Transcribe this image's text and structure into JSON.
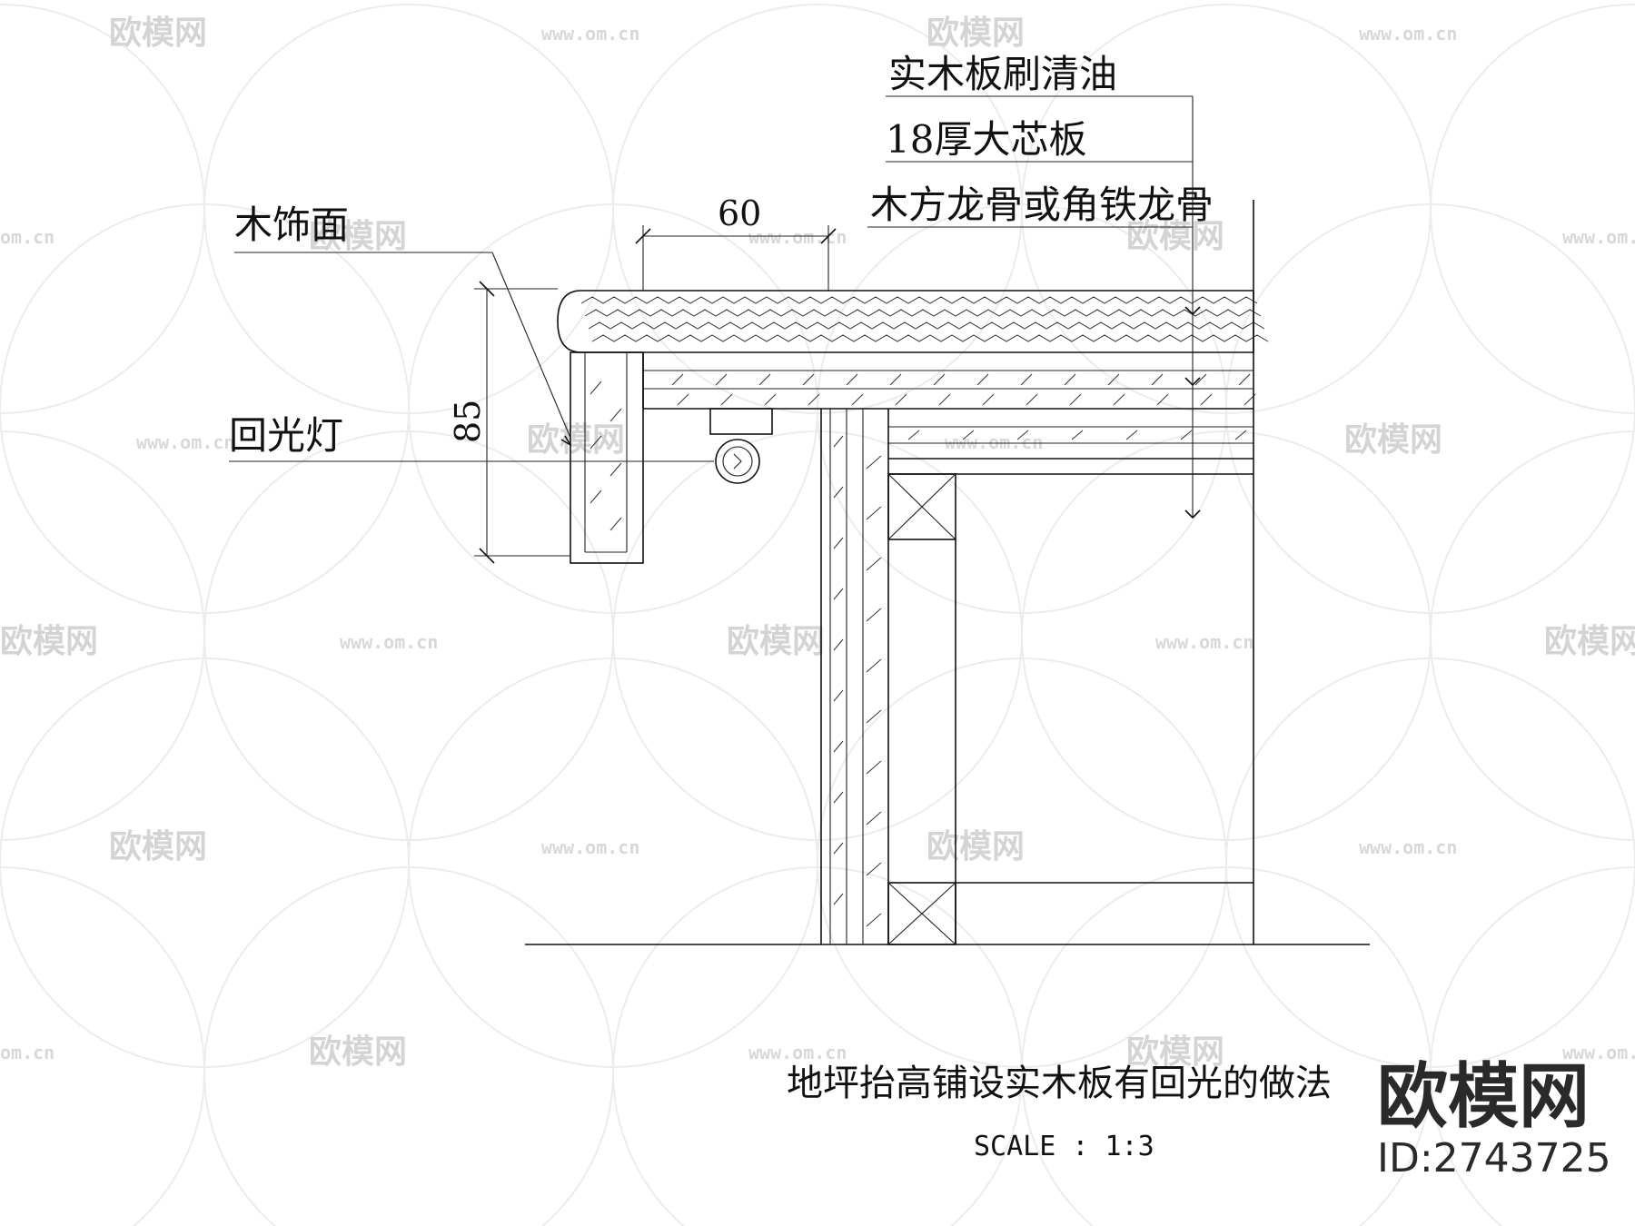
{
  "labels": {
    "finish_layer": "实木板刷清油",
    "board_layer": "18厚大芯板",
    "joist_layer": "木方龙骨或角铁龙骨",
    "wood_face": "木饰面",
    "light": "回光灯"
  },
  "dimensions": {
    "horizontal": "60",
    "vertical": "85"
  },
  "title": {
    "main": "地坪抬高铺设实木板有回光的做法",
    "scale": "SCALE :    1:3"
  },
  "watermark": {
    "brand_text": "欧模网",
    "url_text": "www.om.cn",
    "url_short": "om.cn",
    "brand_large": "欧模网",
    "id_text": "ID:2743725"
  }
}
